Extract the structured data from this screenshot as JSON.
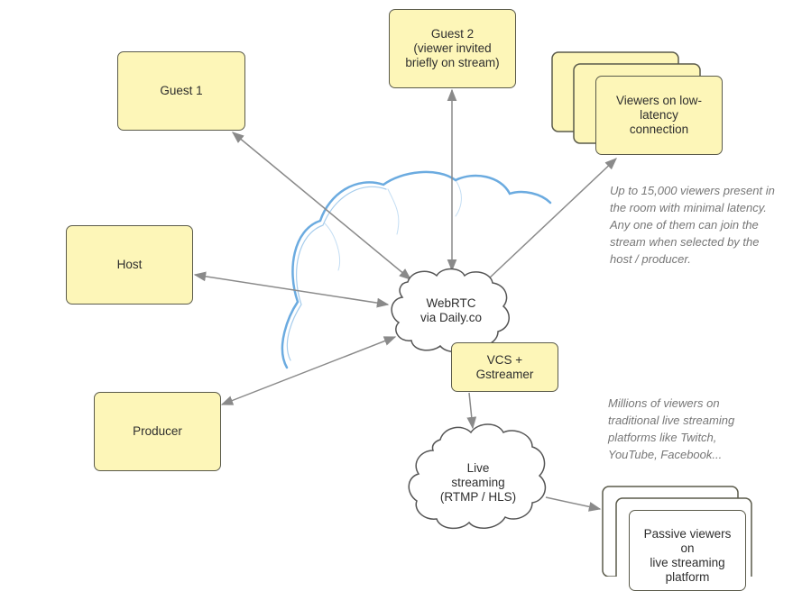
{
  "nodes": {
    "guest1": {
      "label": "Guest 1"
    },
    "guest2": {
      "label": "Guest 2 (viewer invited briefly on stream)",
      "lines": [
        "Guest 2",
        "(viewer invited",
        "briefly on stream)"
      ]
    },
    "viewers_low_latency": {
      "lines": [
        "Viewers on low-",
        "latency",
        "connection"
      ]
    },
    "host": {
      "label": "Host"
    },
    "producer": {
      "label": "Producer"
    },
    "webrtc": {
      "lines": [
        "WebRTC",
        "via Daily.co"
      ]
    },
    "vcs": {
      "lines": [
        "VCS +",
        "Gstreamer"
      ]
    },
    "live_streaming": {
      "lines": [
        "Live",
        "streaming",
        "(RTMP / HLS)"
      ]
    },
    "passive_viewers": {
      "lines": [
        "Passive viewers on",
        "live streaming",
        "platform"
      ]
    }
  },
  "notes": {
    "low_latency": [
      "Up to 15,000 viewers present in",
      "the room with minimal latency.",
      "Any one of them can join the",
      "stream when selected by the",
      "host / producer."
    ],
    "traditional": [
      "Millions of viewers on",
      "traditional live streaming",
      "platforms like Twitch,",
      "YouTube, Facebook..."
    ]
  },
  "colors": {
    "box_fill": "#fdf6b8",
    "box_border": "#5a5a4a",
    "arrow": "#8a8a8a",
    "sketch_cloud": "#3a8fd6",
    "note_text": "#777777"
  }
}
